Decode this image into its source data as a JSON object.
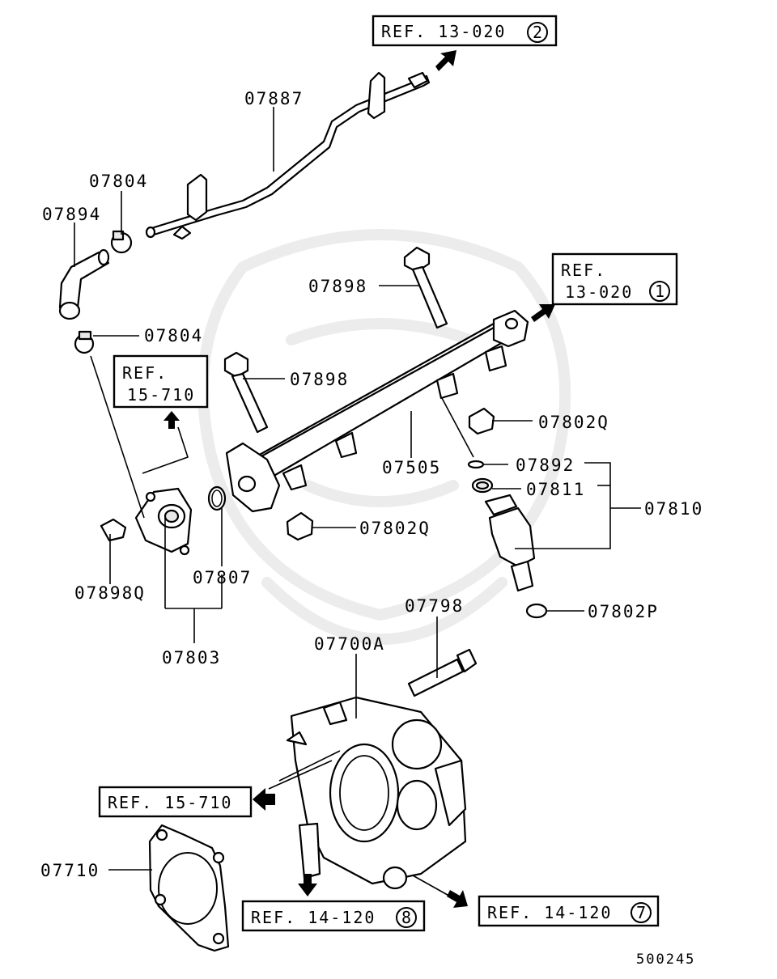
{
  "part_labels": {
    "p07887": "07887",
    "p07804_top": "07804",
    "p07894": "07894",
    "p07804_mid": "07804",
    "p07898_top": "07898",
    "p07898_mid": "07898",
    "p07802q_right": "07802Q",
    "p07505": "07505",
    "p07892": "07892",
    "p07811": "07811",
    "p07810": "07810",
    "p07802q_left": "07802Q",
    "p07898q": "07898Q",
    "p07807": "07807",
    "p07803": "07803",
    "p07798": "07798",
    "p07802p": "07802P",
    "p07700a": "07700A",
    "p07710": "07710"
  },
  "references": {
    "ref_13020_2": {
      "text": "REF. 13-020",
      "circle": "2"
    },
    "ref_13020_1": {
      "line1": "REF.",
      "line2": "13-020",
      "circle": "1"
    },
    "ref_15710_top": {
      "line1": "REF.",
      "line2": "15-710"
    },
    "ref_15710_bottom": {
      "text": "REF. 15-710"
    },
    "ref_14120_8": {
      "text": "REF. 14-120",
      "circle": "8"
    },
    "ref_14120_7": {
      "text": "REF. 14-120",
      "circle": "7"
    }
  },
  "diagram_code": "500245"
}
